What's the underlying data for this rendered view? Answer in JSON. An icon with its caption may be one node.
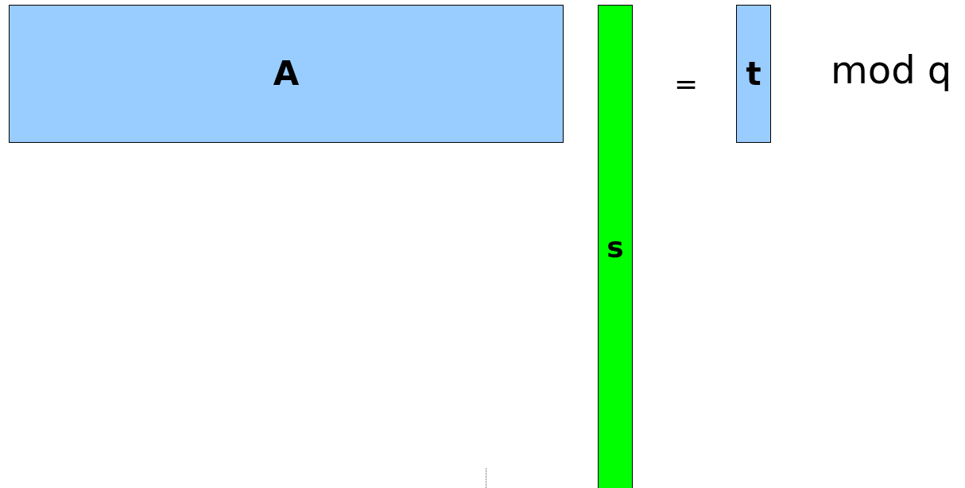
{
  "diagram": {
    "nodes": [
      {
        "text": [
          "A"
        ]
      },
      {
        "text": [
          "s"
        ]
      },
      {
        "text": [
          "t"
        ]
      }
    ],
    "labels": [
      "=",
      "mod q"
    ]
  }
}
